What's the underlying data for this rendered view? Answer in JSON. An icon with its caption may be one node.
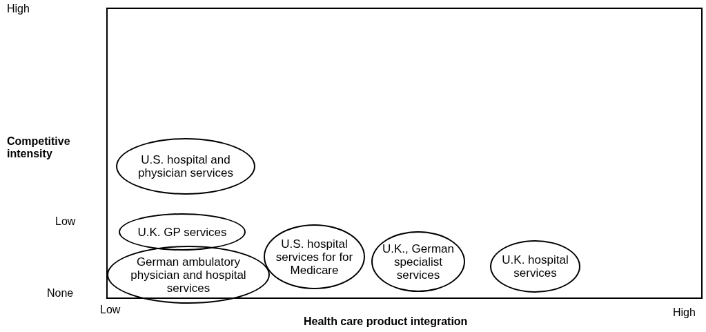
{
  "diagram": {
    "nodes": [
      {
        "text": [
          "U.S. hospital and physician services"
        ]
      },
      {
        "text": [
          "U.K. GP services"
        ]
      },
      {
        "text": [
          "German ambulatory physician and hospital services"
        ]
      },
      {
        "text": [
          "U.S. hospital services for for Medicare"
        ]
      },
      {
        "text": [
          "U.K., German specialist services"
        ]
      },
      {
        "text": [
          "U.K. hospital services"
        ]
      }
    ],
    "edges": [],
    "labels": [
      "High",
      "Competitive intensity",
      "Low",
      "None",
      "Low",
      "Health care product integration",
      "High"
    ]
  }
}
